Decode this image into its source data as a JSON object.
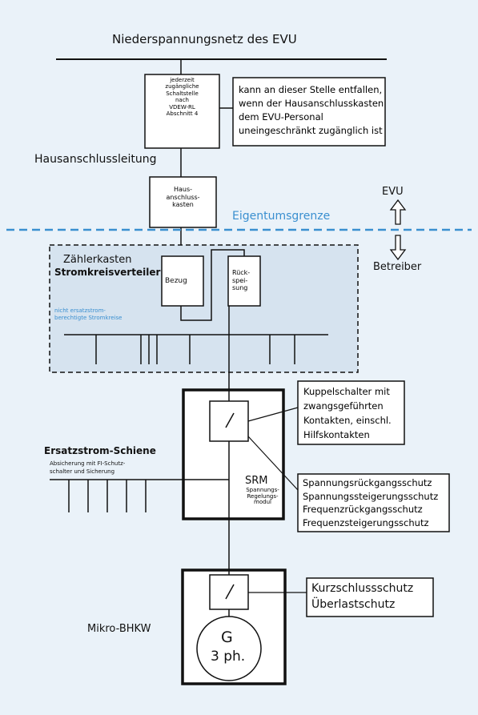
{
  "title": "Niederspannungsnetz des EVU",
  "labels": {
    "hausanschlussleitung": "Hausanschlussleitung",
    "eigentumsgrenze": "Eigentumsgrenze",
    "evu": "EVU",
    "betreiber": "Betreiber",
    "zaehlerkasten": "Zählerkasten",
    "stromkreisverteiler": "Stromkreisverteiler",
    "nicht_ersatz_1": "nicht ersatzstrom-",
    "nicht_ersatz_2": "berechtigte Stromkreise",
    "ersatzstrom_schiene": "Ersatzstrom-Schiene",
    "absicherung_1": "Absicherung mit FI-Schutz-",
    "absicherung_2": "schalter und Sicherung",
    "srm": "SRM",
    "srm_sub": [
      "Spannungs-",
      "Regelungs-",
      "modul"
    ],
    "mikro_bhkw": "Mikro-BHKW",
    "generator_g": "G",
    "generator_ph": "3 ph."
  },
  "boxes": {
    "schaltstelle": [
      "jederzeit",
      "zugängliche",
      "Schaltstelle",
      "nach",
      "VDEW-RL",
      "Abschnitt 4"
    ],
    "hak": [
      "Haus-",
      "anschluss-",
      "kasten"
    ],
    "bezug": "Bezug",
    "rueckspeisung": [
      "Rück-",
      "spei-",
      "sung"
    ]
  },
  "callouts": {
    "entfallen": [
      "kann an dieser Stelle entfallen,",
      "wenn der Hausanschlusskasten",
      "dem EVU-Personal",
      "uneingeschränkt zugänglich ist"
    ],
    "kuppelschalter": [
      "Kuppelschalter mit",
      "zwangsgeführten",
      "Kontakten, einschl.",
      "Hilfskontakten"
    ],
    "schutz": [
      "Spannungsrückgangsschutz",
      "Spannungssteigerungsschutz",
      "Frequenzrückgangsschutz",
      "Frequenzsteigerungsschutz"
    ],
    "kurzschluss": [
      "Kurzschlussschutz",
      "Überlastschutz"
    ]
  },
  "colors": {
    "background": "#eaf2f9",
    "dashed_line": "#3a8fd0",
    "region_fill": "#d6e3ef",
    "text_blue": "#3a8fd0"
  }
}
